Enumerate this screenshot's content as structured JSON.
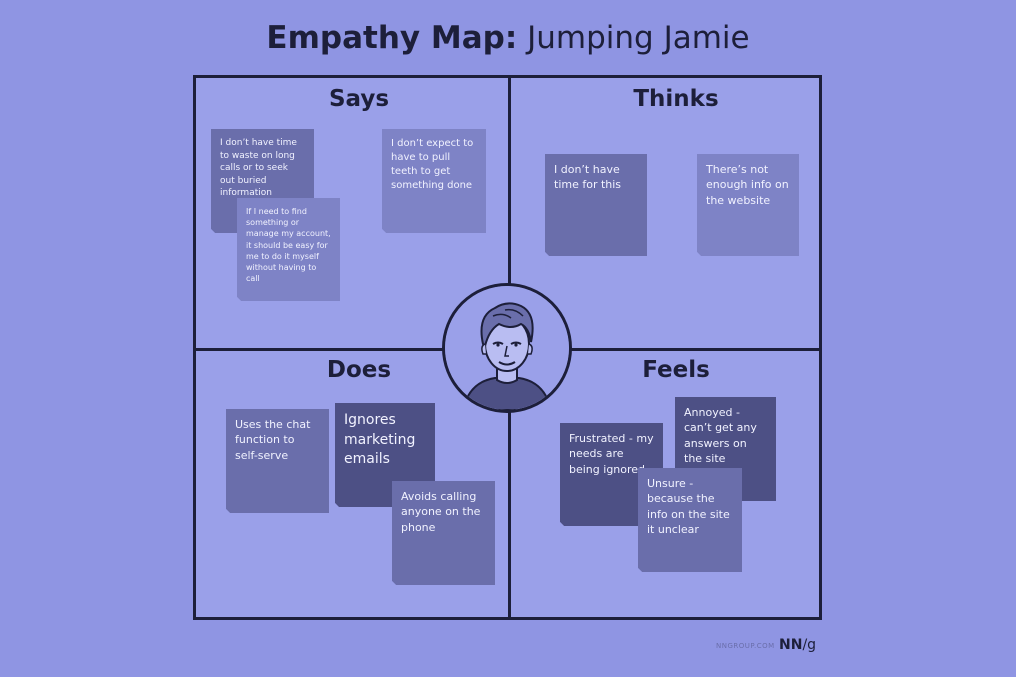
{
  "title": {
    "bold": "Empathy Map:",
    "name": "Jumping Jamie"
  },
  "quadrants": {
    "says": {
      "title": "Says",
      "notes": [
        "I don’t have time to waste on long calls or to seek out buried information",
        "If I need to find something or manage my account, it should be easy for me to do it myself without having to call",
        "I don’t expect to have to pull teeth to get something done"
      ]
    },
    "thinks": {
      "title": "Thinks",
      "notes": [
        "I don’t have time for this",
        "There’s not enough info on the website"
      ]
    },
    "does": {
      "title": "Does",
      "notes": [
        "Uses the chat function to self-serve",
        "Ignores marketing emails",
        "Avoids calling anyone on the phone"
      ]
    },
    "feels": {
      "title": "Feels",
      "notes": [
        "Frustrated - my needs are being ignored",
        "Annoyed - can’t get any answers on the site",
        "Unsure - because the info on the site it unclear"
      ]
    }
  },
  "persona": {
    "icon": "person-portrait-icon"
  },
  "footer": {
    "site": "NNGROUP.COM",
    "logo_main": "NN",
    "logo_sep": "/g"
  },
  "colors": {
    "background": "#8f95e3",
    "map_fill": "#9aa0e9",
    "ink": "#1d1f3a",
    "note_mid": "#6a6eab",
    "note_light": "#7e83c6",
    "note_dark": "#4d5085"
  }
}
